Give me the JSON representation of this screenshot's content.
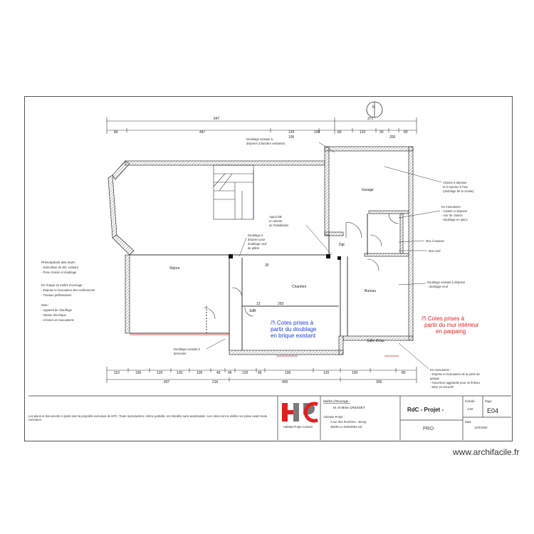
{
  "drawing": {
    "north_label": "N",
    "overall_dims": {
      "total": "647",
      "right_total": "372"
    },
    "top_dims": [
      "80",
      "447",
      "120",
      "100",
      "80",
      "120",
      "30",
      "80"
    ],
    "top_dims_2": [
      "105",
      "200"
    ],
    "bottom_dims": [
      "110",
      "100",
      "120",
      "120",
      "100",
      "45",
      "46",
      "120",
      "45",
      "100",
      "120",
      "100",
      "80"
    ],
    "bottom_dims_2": [
      "437",
      "216",
      "400",
      "306"
    ],
    "rooms": {
      "sdb": "SdB",
      "chambre": "Chambre",
      "salle_eau": "Salle d'eau",
      "degt": "Dgt",
      "bureau": "Bureau",
      "sejour": "Séjour",
      "garage": "Garage"
    },
    "inner_dims": {
      "d1": "293",
      "d2": "30",
      "d3": "12"
    },
    "blue_note": [
      "/!\\ Cotes prises à",
      "partir du doublage",
      "en brique existant"
    ],
    "red_note": [
      "/!\\ Cotes prises à",
      "partir du mur intérieur",
      "en parpaing"
    ],
    "callouts": {
      "top": [
        "Doublage existant à",
        "déposer (Chambre existante)"
      ],
      "right1": [
        "Cloison à déposer",
        "et à reposer à l'axe",
        "(doublage de la chaise)"
      ],
      "right2_title": "En menuiserie :",
      "right2": [
        "- Cloison à déposer",
        "- mur de cloison",
        "- doublage en placo"
      ],
      "right3": "Mur à reposer",
      "right4": "Mur neuf",
      "right5": [
        "Doublage existant à déposer",
        "- doublage neuf"
      ],
      "right6_title": "En menuiserie :",
      "right6": [
        "- Dépose et évacuation de la porte de",
        "garage",
        "- Ouverture aggrandie pour un linteau",
        "- Mise en sécurité"
      ],
      "left_title": "Prescriptions des murs :",
      "left": [
        "- Démolition du WC existant",
        "- Pose cloison et doublage"
      ],
      "left2": [
        "En charge du maître d'ouvrage :",
        "- Dépose et évacuation des revêtements",
        "- Travaux préliminaires"
      ],
      "left3": [
        "Note :",
        "- Appareil de chauffage",
        "- Attente électrique",
        "- Arrivées et évacuations"
      ],
      "mid1": [
        "Appui DB",
        "en attente",
        "de l'installation"
      ],
      "mid2": [
        "Doublage à",
        "déposer pour",
        "doublage neuf",
        "de plâtre"
      ],
      "bottom": [
        "Doublage existant à",
        "démonter"
      ]
    }
  },
  "cartouche": {
    "maitre_label": "Maître d'Ouvrage :",
    "maitre_name": "M. et Mme CRESSET",
    "adresse_label": "Adresse Projet :",
    "adresse_line1": "2 rue des Perrières - Bourg",
    "adresse_line2": "35330 LA DOMINELAIS",
    "title": "RdC - Projet -",
    "subtitle": "PRO",
    "echelle_label": "Echelle",
    "echelle_value": "1:50",
    "page_label": "Page",
    "page_value": "E04",
    "date_label": "Date",
    "date_value": "12/2/2020",
    "logo_text": "HPC",
    "logo_sub": "Habitat Projet Conseil",
    "legal": "Les plans et documents ci-joints sont la propriété exclusive de HPC. Toute reproduction, même partielle, est interdite sans autorisation. Les cotes sont à vérifier sur place avant toute exécution."
  },
  "watermark": "www.archifacile.fr"
}
